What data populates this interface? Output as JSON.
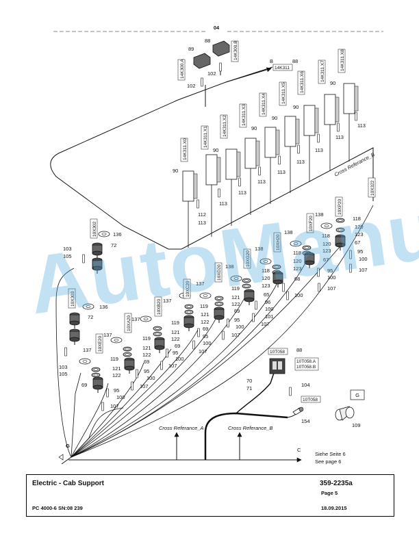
{
  "sheet": {
    "top_number": "04",
    "arrow_b": "B",
    "arrow_c": "C",
    "arrow_g": "G",
    "g_box": "G",
    "siehe": "Siehe Seite 6",
    "see": "See page 6",
    "cross_a": "Cross Referance_A",
    "cross_b": "Cross Referance_B",
    "cross_b_vertical": "Cross Referance_B"
  },
  "watermark": "AutoManual",
  "connector_tags": {
    "k300a": "14K300.A",
    "k300b": "14K300.B",
    "k311": "14K311",
    "x0": "14K311.X0",
    "x1": "14K311.X1",
    "x2": "14K311.X2",
    "x3": "14K311.X3",
    "x4": "14K311.X4",
    "x5": "14K311.X5",
    "x6": "14K311.X6",
    "x7": "14K311.X7",
    "x8": "14K311.X8",
    "x322": "10X322",
    "x302": "10X302",
    "x303": "10X303",
    "xe20": "10XE20",
    "xa20": "10XA20",
    "xb20": "10XB20",
    "xc20": "10XC20",
    "xd20": "10XD20",
    "xg20": "10XG20",
    "xf20": "10XF20",
    "xp20": "10XP20",
    "xh20": "10XH20",
    "t058": "10T058",
    "t058a": "10T058.A",
    "t058b": "10T058.B",
    "t058c": "10T058"
  },
  "callouts": {
    "c88a": "88",
    "c89": "89",
    "c102a": "102",
    "c102b": "102",
    "c88b": "88",
    "c90a": "90",
    "c90b": "90",
    "c90c": "90",
    "c90d": "90",
    "c90e": "90",
    "c90f": "90",
    "c113a": "113",
    "c113b": "113",
    "c113c": "113",
    "c113d": "113",
    "c113e": "113",
    "c113f": "113",
    "c113g": "113",
    "c113h": "113",
    "c112": "112",
    "c113i": "113",
    "c136a": "136",
    "c72a": "72",
    "c103a": "103",
    "c105a": "105",
    "c136b": "136",
    "c72b": "72",
    "c103b": "103",
    "c105b": "105",
    "c137a": "137",
    "c119a": "119",
    "c121a": "121",
    "c122a": "122",
    "c69a": "69",
    "c95a": "95",
    "c100a": "100",
    "c107a": "107",
    "c137b": "137",
    "c119b": "119",
    "c121b": "121",
    "c122b": "122",
    "c69b": "69",
    "c95b": "95",
    "c100b": "100",
    "c107b": "107",
    "c137c": "137",
    "c119c": "119",
    "c121c": "121",
    "c122c": "122",
    "c69c": "69",
    "c95c": "95",
    "c100c": "100",
    "c107c": "107",
    "c137d": "137",
    "c119d": "119",
    "c121d": "121",
    "c122d": "122",
    "c69d": "69",
    "c95d": "95",
    "c100d": "100",
    "c107d": "107",
    "c138a": "138",
    "c118a": "118",
    "c120a": "120",
    "c123a": "123",
    "c65": "65",
    "c96": "96",
    "c100e": "100",
    "c101": "101",
    "c107e": "107",
    "c138b": "138",
    "c118b": "118",
    "c120b": "120",
    "c123b": "123",
    "c68": "68",
    "c100f": "100",
    "c138c": "138",
    "c118c": "118",
    "c120c": "120",
    "c123c": "123",
    "c67a": "67",
    "c95e": "95",
    "c100g": "100",
    "c107f": "107",
    "c138d": "138",
    "c118d": "118",
    "c120d": "120",
    "c123d": "123",
    "c67b": "67",
    "c95f": "95",
    "c100h": "100",
    "c107g": "107",
    "c88c": "88",
    "c70": "70",
    "c71": "71",
    "c104": "104",
    "c154": "154",
    "c109": "109"
  },
  "footer": {
    "title": "Electric - Cab Support",
    "part_no": "359-2235a",
    "page": "Page 5",
    "model": "PC 4000-6 SN:08 239",
    "date": "18.09.2015"
  }
}
